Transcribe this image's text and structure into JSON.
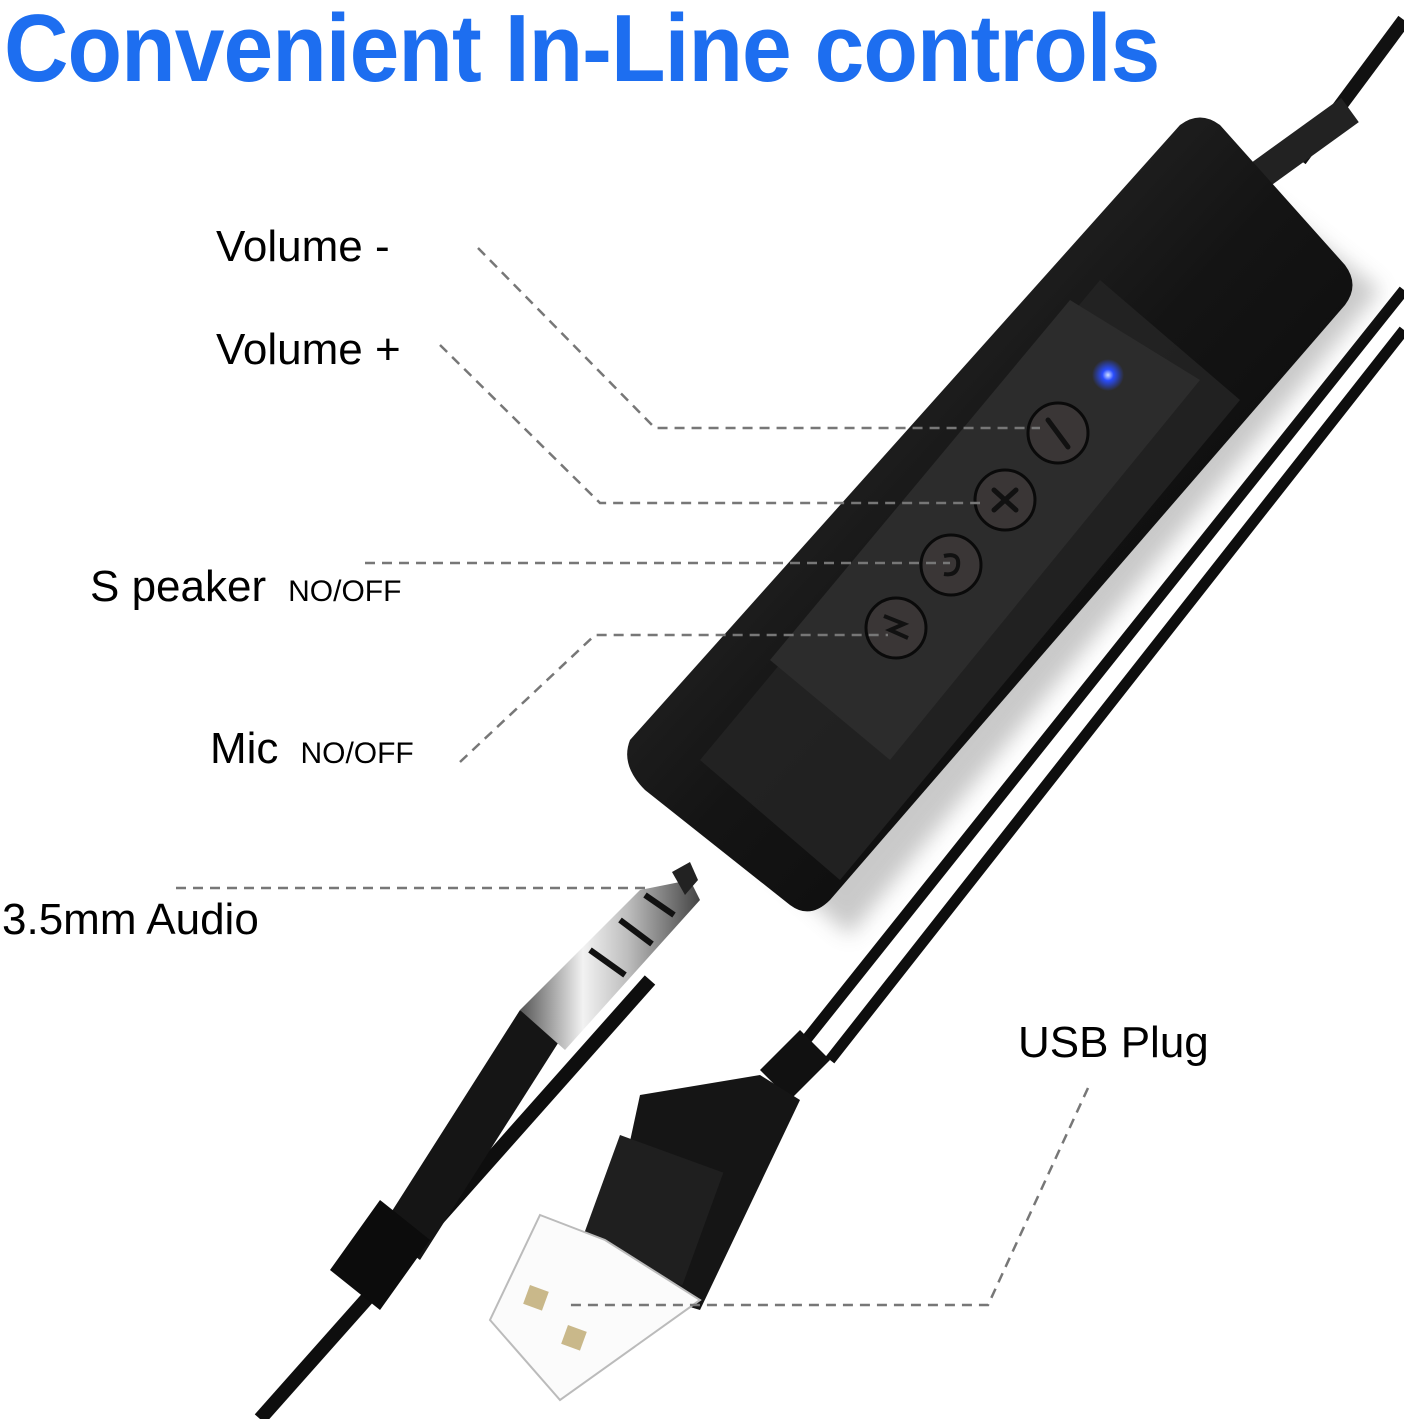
{
  "title": "Convenient In-Line controls",
  "colors": {
    "title": "#1d6ef0",
    "label_text": "#000000",
    "callout_line": "#777777",
    "device_body": "#1a1a1a",
    "button_face": "#3a3636",
    "led": "#2a4dff"
  },
  "callouts": {
    "volume_down": {
      "label": "Volume -",
      "button_glyph": "−"
    },
    "volume_up": {
      "label": "Volume +",
      "button_glyph": "+"
    },
    "speaker": {
      "label": "S peaker",
      "state": "NO/OFF",
      "button_glyph": "speaker-toggle"
    },
    "mic": {
      "label": "Mic",
      "state": "NO/OFF",
      "button_glyph": "mic-toggle"
    },
    "audio_jack": {
      "label": "3.5mm Audio"
    },
    "usb": {
      "label": "USB Plug"
    }
  },
  "indicators": {
    "led": "blue-led"
  }
}
